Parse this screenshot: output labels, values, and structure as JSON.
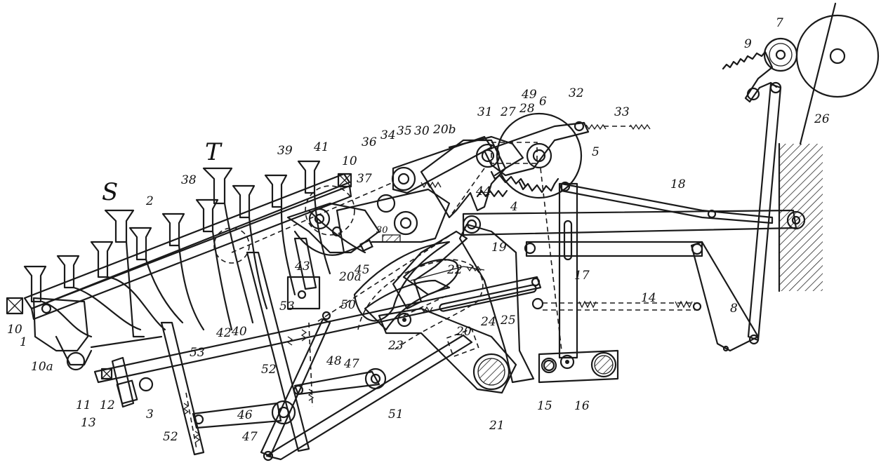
{
  "labels": {
    "S": "S",
    "T": "T",
    "n1": "1",
    "n2": "2",
    "n3": "3",
    "n4": "4",
    "n5": "5",
    "n6": "6",
    "n7": "7",
    "n8": "8",
    "n9": "9",
    "n10": "10",
    "n10b": "10",
    "n10a": "10a",
    "n11": "11",
    "n12": "12",
    "n13": "13",
    "n14": "14",
    "n15": "15",
    "n16": "16",
    "n17": "17",
    "n18": "18",
    "n19": "19",
    "n20": "20",
    "n20a": "20a",
    "n20b": "20b",
    "n21": "21",
    "n22": "22",
    "n23": "23",
    "n24": "24",
    "n25": "25",
    "n26": "26",
    "n27": "27",
    "n28": "28",
    "n30": "30",
    "n30b": "30",
    "n31": "31",
    "n32": "32",
    "n33": "33",
    "n34": "34",
    "n35": "35",
    "n36": "36",
    "n37": "37",
    "n38": "38",
    "n39": "39",
    "n40": "40",
    "n41": "41",
    "n42": "42",
    "n43": "43",
    "n44": "44",
    "n45": "45",
    "n46": "46",
    "n47": "47",
    "n47b": "47",
    "n48": "48",
    "n49": "49",
    "n50": "50",
    "n51": "51",
    "n52": "52",
    "n52b": "52",
    "n53": "53",
    "n53b": "53"
  }
}
